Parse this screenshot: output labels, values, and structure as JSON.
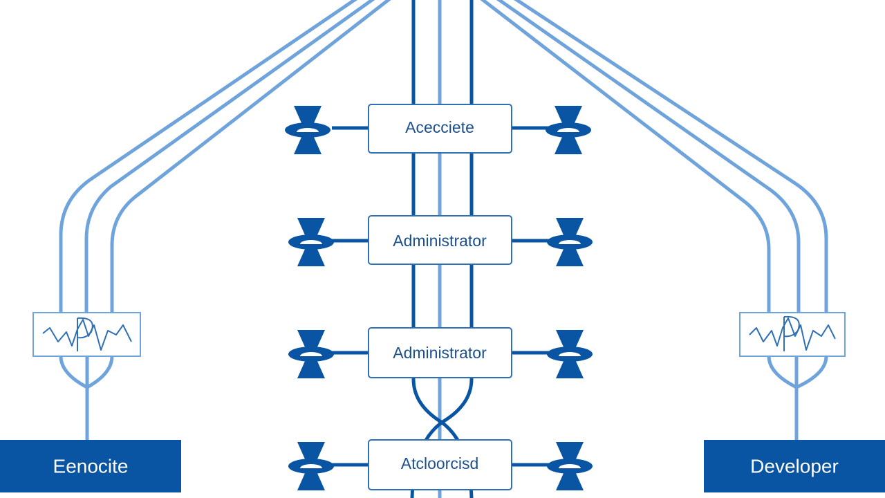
{
  "colors": {
    "dark_blue": "#0a55a3",
    "light_blue": "#6fa3dc",
    "box_border": "#2f6fb6",
    "text_dark": "#1c4f8c",
    "background": "#ffffff",
    "bottom_text": "#ffffff"
  },
  "nodes": [
    {
      "label": "Acecciete"
    },
    {
      "label": "Administrator"
    },
    {
      "label": "Administrator"
    },
    {
      "label": "Atcloorcisd"
    }
  ],
  "endpoints": {
    "left": {
      "label": "Eenocite",
      "icon": "signal-waveform-icon"
    },
    "right": {
      "label": "Developer",
      "icon": "signal-waveform-icon"
    }
  },
  "connector_icon": "hourglass-connector-icon"
}
